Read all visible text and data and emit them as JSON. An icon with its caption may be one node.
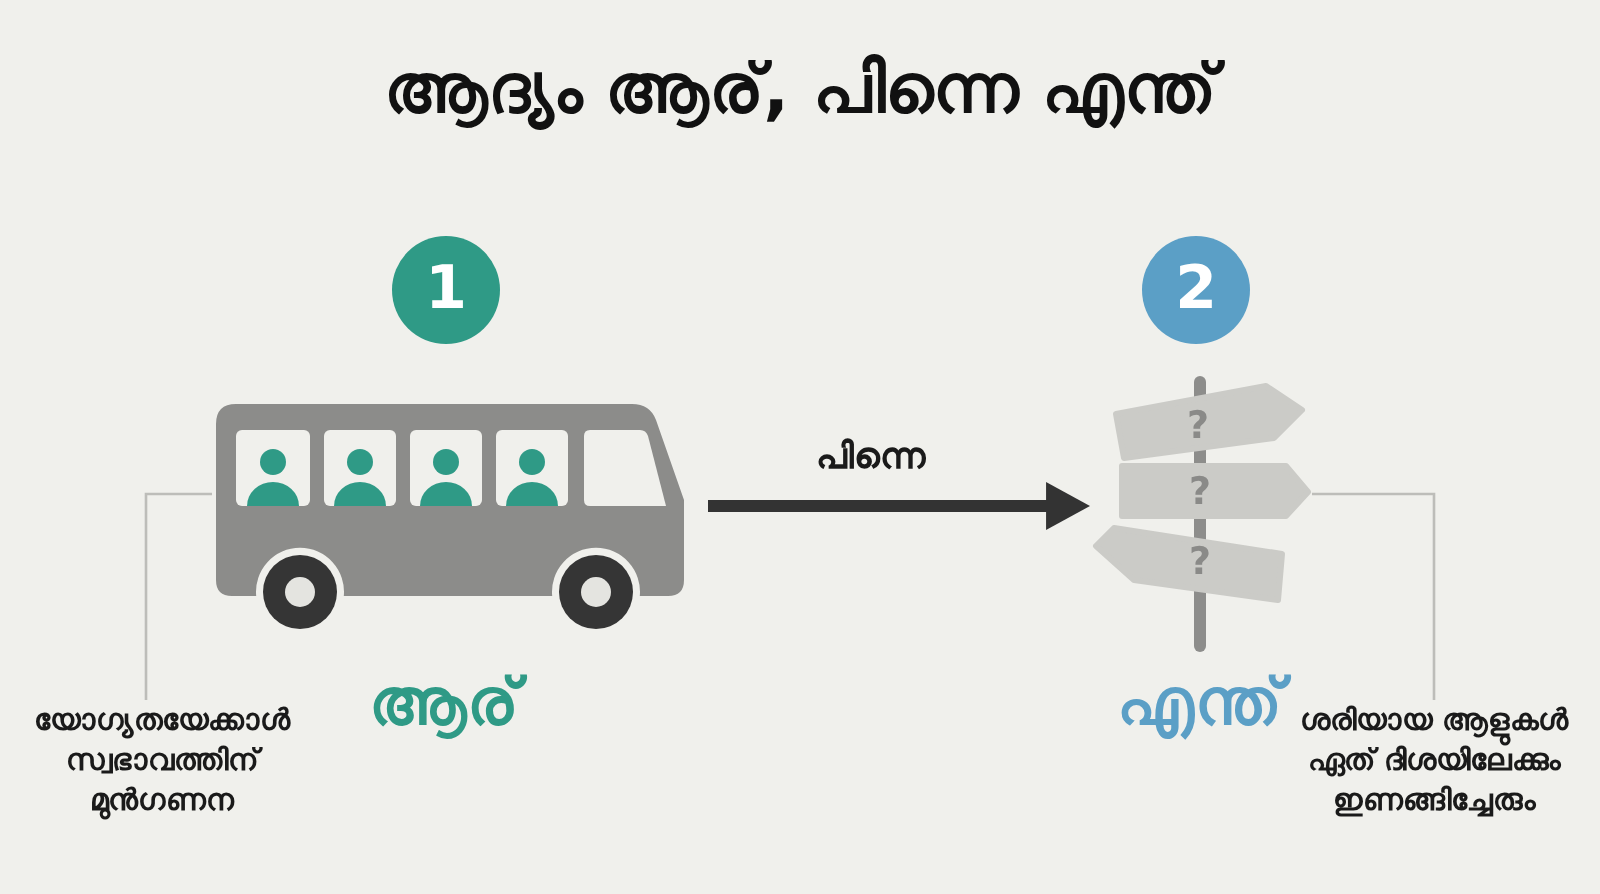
{
  "diagram": {
    "title": "ആദ്യം ആര്, പിന്നെ എന്ത്",
    "nodes": [
      {
        "text": [
          "1"
        ]
      },
      {
        "text": [],
        "shape": "picture",
        "beside": [
          "ആര്"
        ]
      },
      {
        "text": [
          "2"
        ]
      },
      {
        "text": [],
        "shape": "picture",
        "beside": [
          "എന്ത്"
        ]
      },
      {
        "text": [
          "യോഗ്യതയേക്കാൾ സ്വഭാവത്തിന് മുൻഗണന"
        ]
      },
      {
        "text": [
          "ശരിയായ ആളുകൾ ഏത് ദിശയിലേക്കും ഇണങ്ങിച്ചേരും"
        ]
      }
    ],
    "edges": [
      {
        "from": 1,
        "to": 3,
        "arrow": "to",
        "label": "പിന്നെ",
        "style": "thick",
        "color": "#333333"
      },
      {
        "from": 4,
        "to": 1,
        "arrow": "none"
      },
      {
        "from": 5,
        "to": 3,
        "arrow": "none"
      }
    ],
    "labels": [
      "?",
      "?",
      "?"
    ]
  }
}
